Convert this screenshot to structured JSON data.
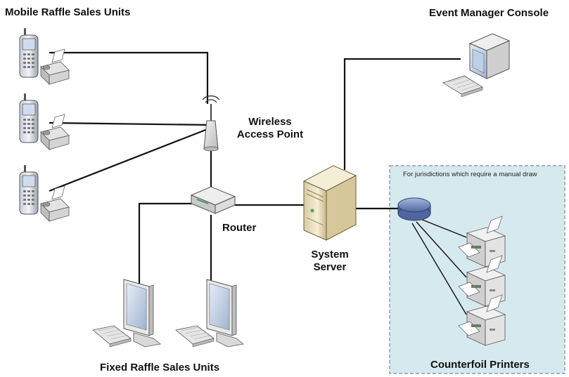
{
  "labels": {
    "mobile_units": "Mobile Raffle Sales Units",
    "event_manager": "Event Manager Console",
    "wireless_ap_line1": "Wireless",
    "wireless_ap_line2": "Access Point",
    "router": "Router",
    "system_server_line1": "System",
    "system_server_line2": "Server",
    "fixed_units": "Fixed Raffle Sales Units",
    "counterfoil_printers": "Counterfoil Printers",
    "manual_draw_note": "For jurisdictions which require a manual draw"
  },
  "icons": {
    "mobile_unit": "phone-with-fax-icon",
    "access_point": "wireless-access-point-icon",
    "router": "router-icon",
    "server": "server-tower-icon",
    "console": "crt-monitor-icon",
    "fixed_unit": "lcd-monitor-icon",
    "hub": "network-hub-icon",
    "printer": "counterfoil-printer-icon"
  },
  "colors": {
    "line": "#111111",
    "phone_body": "#dfe3ea",
    "phone_screen": "#b9c9df",
    "monitor_screen": "#c9d6e8",
    "server_body": "#efe5c6",
    "hub": "#6f86b8",
    "panel_fill": "#d6e9ef",
    "panel_border": "#7d8a91"
  }
}
